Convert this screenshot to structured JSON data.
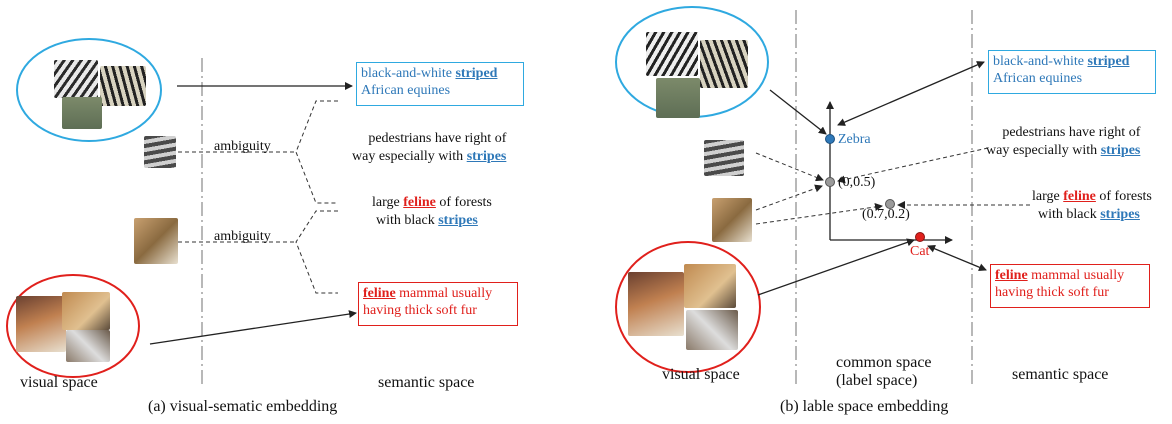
{
  "left": {
    "texts": {
      "zebra": {
        "pre": "black-and-white ",
        "kw": "striped",
        "line2": "African equines"
      },
      "crosswalk": {
        "line1": "pedestrians have right of",
        "pre2": "way especially with ",
        "kw": "stripes"
      },
      "tiger": {
        "pre1": "large ",
        "kw1": "feline",
        "post1": " of forests",
        "pre2": "with black ",
        "kw2": "stripes"
      },
      "cat": {
        "kw": "feline",
        "post1": " mammal usually",
        "line2": "having thick soft fur"
      }
    },
    "ambiguity_1": "ambiguity",
    "ambiguity_2": "ambiguity",
    "visual_space": "visual space",
    "semantic_space": "semantic space",
    "caption": "(a) visual-sematic embedding"
  },
  "right": {
    "texts": {
      "zebra": {
        "pre": "black-and-white ",
        "kw": "striped",
        "line2": "African equines"
      },
      "crosswalk": {
        "line1": "pedestrians have right of",
        "pre2": "way especially with ",
        "kw": "stripes"
      },
      "tiger": {
        "pre1": "large ",
        "kw1": "feline",
        "post1": " of forests",
        "pre2": "with black ",
        "kw2": "stripes"
      },
      "cat": {
        "kw": "feline",
        "post1": " mammal usually",
        "line2": "having thick soft fur"
      }
    },
    "points": {
      "zebra": "Zebra",
      "p1": "(0,0.5)",
      "p2": "(0.7,0.2)",
      "cat": "Cat"
    },
    "visual_space": "visual space",
    "common_space_1": "common space",
    "common_space_2": "(label space)",
    "semantic_space": "semantic space",
    "caption": "(b) lable space embedding"
  },
  "colors": {
    "blue": "#2e78b8",
    "red": "#e0201c",
    "gray_point": "#9a9a9a"
  }
}
